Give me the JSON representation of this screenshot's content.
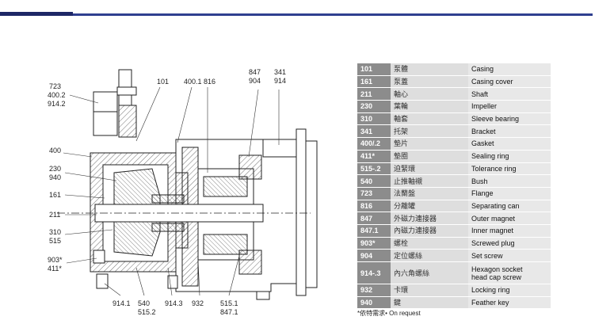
{
  "header": {
    "accent": "#2f3f8f"
  },
  "diagram": {
    "callouts": {
      "c723": "723",
      "c400_2": "400.2",
      "c914_2": "914.2",
      "c101": "101",
      "c400_1": "400.1",
      "c816": "816",
      "c847": "847",
      "c904": "904",
      "c341": "341",
      "c914": "914",
      "c400": "400",
      "c230": "230",
      "c940": "940",
      "c161": "161",
      "c211": "211",
      "c310": "310",
      "c515": "515",
      "c903": "903*",
      "c411": "411*",
      "c914_1": "914.1",
      "c540": "540",
      "c515_2": "515.2",
      "c914_3": "914.3",
      "c932": "932",
      "c515_1": "515.1",
      "c847_1": "847.1"
    }
  },
  "parts": [
    {
      "no": "101",
      "zh": "泵體",
      "en": "Casing"
    },
    {
      "no": "161",
      "zh": "泵蓋",
      "en": "Casing cover"
    },
    {
      "no": "211",
      "zh": "軸心",
      "en": "Shaft"
    },
    {
      "no": "230",
      "zh": "葉輪",
      "en": "Impeller"
    },
    {
      "no": "310",
      "zh": "軸套",
      "en": "Sleeve bearing"
    },
    {
      "no": "341",
      "zh": "托架",
      "en": "Bracket"
    },
    {
      "no": "400/.2",
      "zh": "墊片",
      "en": "Gasket"
    },
    {
      "no": "411*",
      "zh": "墊圈",
      "en": "Sealing ring"
    },
    {
      "no": "515-.2",
      "zh": "迫緊環",
      "en": "Tolerance ring"
    },
    {
      "no": "540",
      "zh": "止推軸襯",
      "en": "Bush"
    },
    {
      "no": "723",
      "zh": "法蘭盤",
      "en": "Flange"
    },
    {
      "no": "816",
      "zh": "分離罐",
      "en": "Separating can"
    },
    {
      "no": "847",
      "zh": "外磁力連接器",
      "en": "Outer magnet"
    },
    {
      "no": "847.1",
      "zh": "內磁力連接器",
      "en": "Inner magnet"
    },
    {
      "no": "903*",
      "zh": "螺栓",
      "en": "Screwed plug"
    },
    {
      "no": "904",
      "zh": "定位螺絲",
      "en": "Set screw"
    },
    {
      "no": "914-.3",
      "zh": "內六角螺絲",
      "en": "Hexagon socket",
      "en2": "head cap screw"
    },
    {
      "no": "932",
      "zh": "卡環",
      "en": "Locking ring"
    },
    {
      "no": "940",
      "zh": "鍵",
      "en": "Feather key"
    }
  ],
  "footnote": "*依特需求• On request"
}
